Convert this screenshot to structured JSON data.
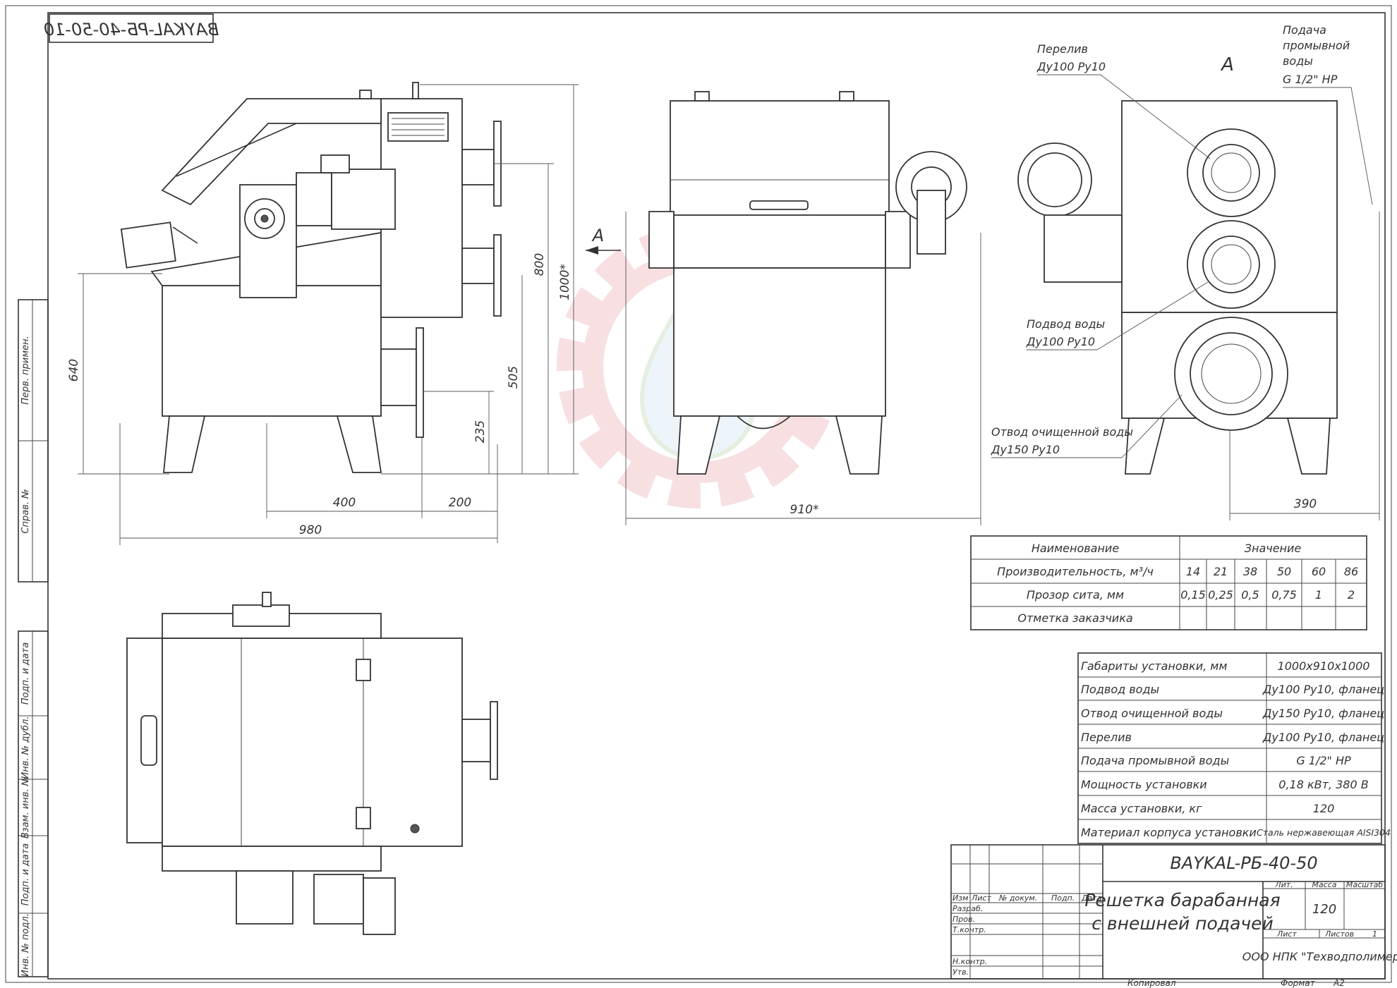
{
  "drawing_code_mirrored": "BAYKAL-РБ-40-50-10",
  "view_label": "А",
  "dimensions": {
    "d640": "640",
    "d800": "800",
    "d1000": "1000*",
    "d505": "505",
    "d235": "235",
    "d400": "400",
    "d200": "200",
    "d980": "980",
    "d910": "910*",
    "d390": "390"
  },
  "callouts": {
    "overflow_1": "Перелив",
    "overflow_2": "Ду100 Ру10",
    "wash_1": "Подача",
    "wash_2": "промывной",
    "wash_3": "воды",
    "wash_4": "G 1/2\" НР",
    "inlet_1": "Подвод воды",
    "inlet_2": "Ду100 Ру10",
    "outlet_1": "Отвод очищенной воды",
    "outlet_2": "Ду150 Ру10"
  },
  "side_stamp": [
    "Перв. примен.",
    "Справ. №",
    "Подп. и дата",
    "Инв. № дубл.",
    "Взам. инв. №",
    "Подп. и дата",
    "Инв. № подл."
  ],
  "perf_table": {
    "h_name": "Наименование",
    "h_value": "Значение",
    "rows": [
      {
        "label": "Производительность, м³/ч",
        "vals": [
          "14",
          "21",
          "38",
          "50",
          "60",
          "86"
        ]
      },
      {
        "label": "Прозор сита, мм",
        "vals": [
          "0,15",
          "0,25",
          "0,5",
          "0,75",
          "1",
          "2"
        ]
      },
      {
        "label": "Отметка заказчика",
        "vals": [
          "",
          "",
          "",
          "",
          "",
          ""
        ]
      }
    ]
  },
  "spec_table": [
    {
      "k": "Габариты установки, мм",
      "v": "1000x910x1000"
    },
    {
      "k": "Подвод воды",
      "v": "Ду100 Ру10, фланец"
    },
    {
      "k": "Отвод очищенной воды",
      "v": "Ду150 Ру10, фланец"
    },
    {
      "k": "Перелив",
      "v": "Ду100 Ру10, фланец"
    },
    {
      "k": "Подача промывной воды",
      "v": "G 1/2\" НР"
    },
    {
      "k": "Мощность установки",
      "v": "0,18 кВт, 380 В"
    },
    {
      "k": "Масса установки, кг",
      "v": "120"
    },
    {
      "k": "Материал корпуса установки",
      "v": "Сталь нержавеющая AISI304"
    }
  ],
  "title_block": {
    "designation": "BAYKAL-РБ-40-50",
    "title_1": "Решетка барабанная",
    "title_2": "с внешней подачей",
    "h_izm": "Изм",
    "h_list": "Лист",
    "h_ndoc": "№ докум.",
    "h_podp": "Подп.",
    "h_data": "Дата",
    "r_razrab": "Разраб.",
    "r_prov": "Пров.",
    "r_tkontr": "Т.контр.",
    "r_nkontr": "Н.контр.",
    "r_utv": "Утв.",
    "lit": "Лит.",
    "massa": "Масса",
    "masshtab": "Масштаб",
    "mass_value": "120",
    "sheet": "Лист",
    "sheets": "Листов",
    "sheets_value": "1",
    "company": "ООО НПК \"Техводполимер\""
  },
  "footer": {
    "kopiroval": "Копировал",
    "format": "Формат",
    "format_value": "А2"
  }
}
